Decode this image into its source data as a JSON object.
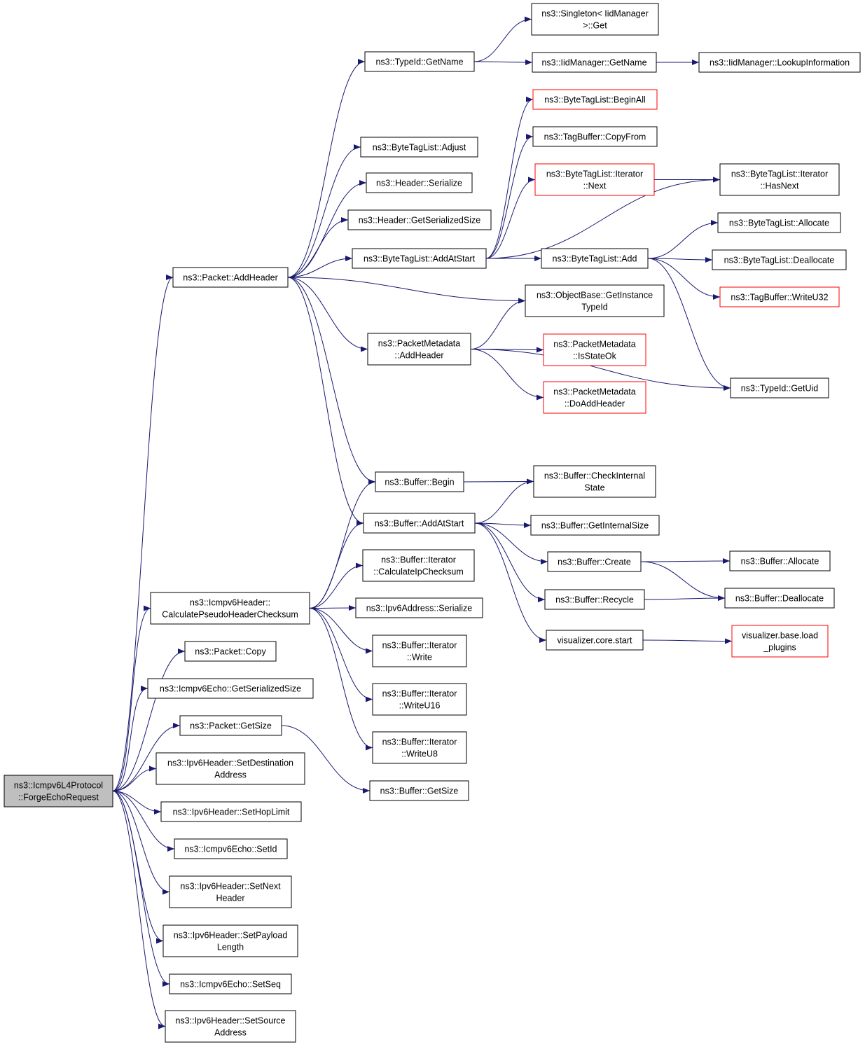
{
  "nodes": [
    {
      "id": "root",
      "lines": [
        "ns3::Icmpv6L4Protocol",
        "::ForgeEchoRequest"
      ],
      "style": "root"
    },
    {
      "id": "pkt_addheader",
      "lines": [
        "ns3::Packet::AddHeader"
      ]
    },
    {
      "id": "icmp_calc",
      "lines": [
        "ns3::Icmpv6Header::",
        "CalculatePseudoHeaderChecksum"
      ]
    },
    {
      "id": "pkt_copy",
      "lines": [
        "ns3::Packet::Copy"
      ]
    },
    {
      "id": "echo_getser",
      "lines": [
        "ns3::Icmpv6Echo::GetSerializedSize"
      ]
    },
    {
      "id": "pkt_getsize",
      "lines": [
        "ns3::Packet::GetSize"
      ]
    },
    {
      "id": "ip6_setdest",
      "lines": [
        "ns3::Ipv6Header::SetDestination",
        "Address"
      ]
    },
    {
      "id": "ip6_sethop",
      "lines": [
        "ns3::Ipv6Header::SetHopLimit"
      ]
    },
    {
      "id": "echo_setid",
      "lines": [
        "ns3::Icmpv6Echo::SetId"
      ]
    },
    {
      "id": "ip6_setnext",
      "lines": [
        "ns3::Ipv6Header::SetNext",
        "Header"
      ]
    },
    {
      "id": "ip6_setpayload",
      "lines": [
        "ns3::Ipv6Header::SetPayload",
        "Length"
      ]
    },
    {
      "id": "echo_setseq",
      "lines": [
        "ns3::Icmpv6Echo::SetSeq"
      ]
    },
    {
      "id": "ip6_setsrc",
      "lines": [
        "ns3::Ipv6Header::SetSource",
        "Address"
      ]
    },
    {
      "id": "typeid_getname",
      "lines": [
        "ns3::TypeId::GetName"
      ]
    },
    {
      "id": "btl_adjust",
      "lines": [
        "ns3::ByteTagList::Adjust"
      ]
    },
    {
      "id": "hdr_serialize",
      "lines": [
        "ns3::Header::Serialize"
      ]
    },
    {
      "id": "hdr_getser",
      "lines": [
        "ns3::Header::GetSerializedSize"
      ]
    },
    {
      "id": "btl_addatstart",
      "lines": [
        "ns3::ByteTagList::AddAtStart"
      ]
    },
    {
      "id": "pm_addheader",
      "lines": [
        "ns3::PacketMetadata",
        "::AddHeader"
      ]
    },
    {
      "id": "buf_begin",
      "lines": [
        "ns3::Buffer::Begin"
      ]
    },
    {
      "id": "buf_addatstart",
      "lines": [
        "ns3::Buffer::AddAtStart"
      ]
    },
    {
      "id": "it_calcip",
      "lines": [
        "ns3::Buffer::Iterator",
        "::CalculateIpChecksum"
      ]
    },
    {
      "id": "ip6addr_ser",
      "lines": [
        "ns3::Ipv6Address::Serialize"
      ]
    },
    {
      "id": "it_write",
      "lines": [
        "ns3::Buffer::Iterator",
        "::Write"
      ]
    },
    {
      "id": "it_write16",
      "lines": [
        "ns3::Buffer::Iterator",
        "::WriteU16"
      ]
    },
    {
      "id": "it_write8",
      "lines": [
        "ns3::Buffer::Iterator",
        "::WriteU8"
      ]
    },
    {
      "id": "buf_getsize",
      "lines": [
        "ns3::Buffer::GetSize"
      ]
    },
    {
      "id": "singleton_get",
      "lines": [
        "ns3::Singleton< IidManager",
        ">::Get"
      ]
    },
    {
      "id": "iid_getname",
      "lines": [
        "ns3::IidManager::GetName"
      ]
    },
    {
      "id": "iid_lookup",
      "lines": [
        "ns3::IidManager::LookupInformation"
      ]
    },
    {
      "id": "btl_beginall",
      "lines": [
        "ns3::ByteTagList::BeginAll"
      ],
      "style": "red"
    },
    {
      "id": "tb_copyfrom",
      "lines": [
        "ns3::TagBuffer::CopyFrom"
      ]
    },
    {
      "id": "btl_it_next",
      "lines": [
        "ns3::ByteTagList::Iterator",
        "::Next"
      ],
      "style": "red"
    },
    {
      "id": "btl_it_hasnext",
      "lines": [
        "ns3::ByteTagList::Iterator",
        "::HasNext"
      ]
    },
    {
      "id": "btl_allocate",
      "lines": [
        "ns3::ByteTagList::Allocate"
      ]
    },
    {
      "id": "btl_add",
      "lines": [
        "ns3::ByteTagList::Add"
      ]
    },
    {
      "id": "btl_dealloc",
      "lines": [
        "ns3::ByteTagList::Deallocate"
      ]
    },
    {
      "id": "tb_writeu32",
      "lines": [
        "ns3::TagBuffer::WriteU32"
      ],
      "style": "red"
    },
    {
      "id": "ob_getinst",
      "lines": [
        "ns3::ObjectBase::GetInstance",
        "TypeId"
      ]
    },
    {
      "id": "pm_isstateok",
      "lines": [
        "ns3::PacketMetadata",
        "::IsStateOk"
      ],
      "style": "red"
    },
    {
      "id": "pm_doadd",
      "lines": [
        "ns3::PacketMetadata",
        "::DoAddHeader"
      ],
      "style": "red"
    },
    {
      "id": "typeid_getuid",
      "lines": [
        "ns3::TypeId::GetUid"
      ]
    },
    {
      "id": "buf_checkint",
      "lines": [
        "ns3::Buffer::CheckInternal",
        "State"
      ]
    },
    {
      "id": "buf_getintsize",
      "lines": [
        "ns3::Buffer::GetInternalSize"
      ]
    },
    {
      "id": "buf_create",
      "lines": [
        "ns3::Buffer::Create"
      ]
    },
    {
      "id": "buf_allocate",
      "lines": [
        "ns3::Buffer::Allocate"
      ]
    },
    {
      "id": "buf_recycle",
      "lines": [
        "ns3::Buffer::Recycle"
      ]
    },
    {
      "id": "buf_dealloc",
      "lines": [
        "ns3::Buffer::Deallocate"
      ]
    },
    {
      "id": "vis_start",
      "lines": [
        "visualizer.core.start"
      ]
    },
    {
      "id": "vis_load",
      "lines": [
        "visualizer.base.load",
        "_plugins"
      ],
      "style": "red"
    }
  ],
  "edges": [
    [
      "root",
      "pkt_addheader"
    ],
    [
      "root",
      "icmp_calc"
    ],
    [
      "root",
      "pkt_copy"
    ],
    [
      "root",
      "echo_getser"
    ],
    [
      "root",
      "pkt_getsize"
    ],
    [
      "root",
      "ip6_setdest"
    ],
    [
      "root",
      "ip6_sethop"
    ],
    [
      "root",
      "echo_setid"
    ],
    [
      "root",
      "ip6_setnext"
    ],
    [
      "root",
      "ip6_setpayload"
    ],
    [
      "root",
      "echo_setseq"
    ],
    [
      "root",
      "ip6_setsrc"
    ],
    [
      "pkt_addheader",
      "typeid_getname"
    ],
    [
      "pkt_addheader",
      "btl_adjust"
    ],
    [
      "pkt_addheader",
      "hdr_serialize"
    ],
    [
      "pkt_addheader",
      "hdr_getser"
    ],
    [
      "pkt_addheader",
      "btl_addatstart"
    ],
    [
      "pkt_addheader",
      "ob_getinst"
    ],
    [
      "pkt_addheader",
      "pm_addheader"
    ],
    [
      "pkt_addheader",
      "buf_begin"
    ],
    [
      "pkt_addheader",
      "buf_addatstart"
    ],
    [
      "typeid_getname",
      "singleton_get"
    ],
    [
      "typeid_getname",
      "iid_getname"
    ],
    [
      "iid_getname",
      "iid_lookup"
    ],
    [
      "btl_addatstart",
      "btl_beginall"
    ],
    [
      "btl_addatstart",
      "tb_copyfrom"
    ],
    [
      "btl_addatstart",
      "btl_it_next"
    ],
    [
      "btl_addatstart",
      "btl_it_hasnext"
    ],
    [
      "btl_addatstart",
      "btl_add"
    ],
    [
      "btl_it_next",
      "btl_it_hasnext"
    ],
    [
      "btl_add",
      "btl_allocate"
    ],
    [
      "btl_add",
      "btl_dealloc"
    ],
    [
      "btl_add",
      "tb_writeu32"
    ],
    [
      "btl_add",
      "typeid_getuid"
    ],
    [
      "pm_addheader",
      "ob_getinst"
    ],
    [
      "pm_addheader",
      "pm_isstateok"
    ],
    [
      "pm_addheader",
      "pm_doadd"
    ],
    [
      "pm_addheader",
      "typeid_getuid"
    ],
    [
      "buf_begin",
      "buf_checkint"
    ],
    [
      "buf_addatstart",
      "buf_checkint"
    ],
    [
      "buf_addatstart",
      "buf_getintsize"
    ],
    [
      "buf_addatstart",
      "buf_create"
    ],
    [
      "buf_addatstart",
      "buf_recycle"
    ],
    [
      "buf_addatstart",
      "vis_start"
    ],
    [
      "buf_create",
      "buf_allocate"
    ],
    [
      "buf_create",
      "buf_dealloc"
    ],
    [
      "buf_recycle",
      "buf_dealloc"
    ],
    [
      "vis_start",
      "vis_load"
    ],
    [
      "icmp_calc",
      "buf_begin"
    ],
    [
      "icmp_calc",
      "buf_addatstart"
    ],
    [
      "icmp_calc",
      "it_calcip"
    ],
    [
      "icmp_calc",
      "ip6addr_ser"
    ],
    [
      "icmp_calc",
      "it_write"
    ],
    [
      "icmp_calc",
      "it_write16"
    ],
    [
      "icmp_calc",
      "it_write8"
    ],
    [
      "pkt_getsize",
      "buf_getsize"
    ]
  ]
}
